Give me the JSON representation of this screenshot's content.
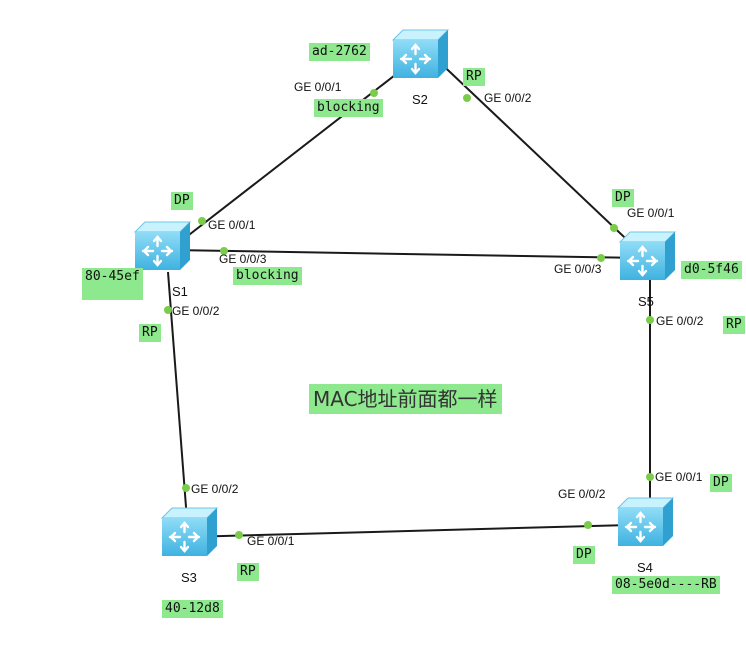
{
  "switches": {
    "s1": {
      "name": "S1"
    },
    "s2": {
      "name": "S2"
    },
    "s3": {
      "name": "S3"
    },
    "s4": {
      "name": "S4"
    },
    "s5": {
      "name": "S5"
    }
  },
  "ports": {
    "s2_ge001": "GE 0/0/1",
    "s2_ge002": "GE 0/0/2",
    "s1_ge001": "GE 0/0/1",
    "s1_ge003": "GE 0/0/3",
    "s1_ge002": "GE 0/0/2",
    "s5_ge001": "GE 0/0/1",
    "s5_ge003": "GE 0/0/3",
    "s5_ge002": "GE 0/0/2",
    "s3_ge002": "GE 0/0/2",
    "s3_ge001": "GE 0/0/1",
    "s4_ge002": "GE 0/0/2",
    "s4_ge001": "GE 0/0/1"
  },
  "tags": {
    "s2_mac": "ad-2762",
    "s2_rp": "RP",
    "s2_blocking": "blocking",
    "s1_dp": "DP",
    "s1_mac": "80-45ef",
    "s1_blocking": "blocking",
    "s1_rp": "RP",
    "s5_dp": "DP",
    "s5_mac": "d0-5f46",
    "s5_rp": "RP",
    "s3_rp": "RP",
    "s3_mac": "40-12d8",
    "s4_dp_top": "DP",
    "s4_dp_left": "DP",
    "s4_mac": "08-5e0d----RB",
    "note": "MAC地址前面都一样"
  },
  "colors": {
    "tag_bg": "#8ee88e",
    "port_dot": "#7acc4a",
    "link": "#1a1a1a",
    "switch_top": "#bfefff",
    "switch_front": "#5cc8ee"
  }
}
